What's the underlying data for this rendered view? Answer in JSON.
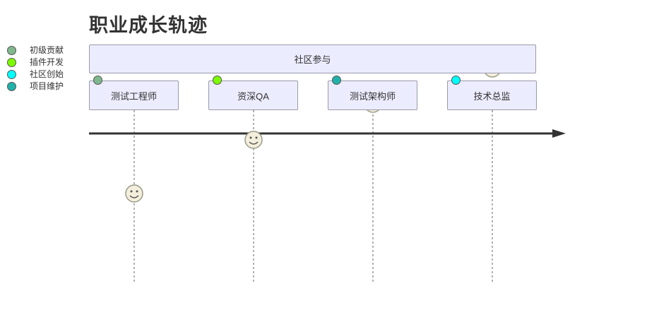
{
  "title": "职业成长轨迹",
  "legend": [
    {
      "label": "初级贡献",
      "color": "#7fb88e"
    },
    {
      "label": "插件开发",
      "color": "#7cfc00"
    },
    {
      "label": "社区创始",
      "color": "#00ffff"
    },
    {
      "label": "项目维护",
      "color": "#20b2aa"
    }
  ],
  "section": {
    "label": "社区参与"
  },
  "roles": [
    {
      "label": "测试工程师",
      "marker_color": "#7fb88e"
    },
    {
      "label": "资深QA",
      "marker_color": "#7cfc00"
    },
    {
      "label": "测试架构师",
      "marker_color": "#20b2aa"
    },
    {
      "label": "技术总监",
      "marker_color": "#00ffff"
    }
  ],
  "colors": {
    "box_fill": "#ECECFF",
    "box_border": "#9a9aa8",
    "axis": "#333333",
    "face_fill": "#f4efdc",
    "face_stroke": "#9a9a8a"
  },
  "icons": {
    "actor": "smiley-face-icon",
    "axis": "arrow-right-icon"
  }
}
